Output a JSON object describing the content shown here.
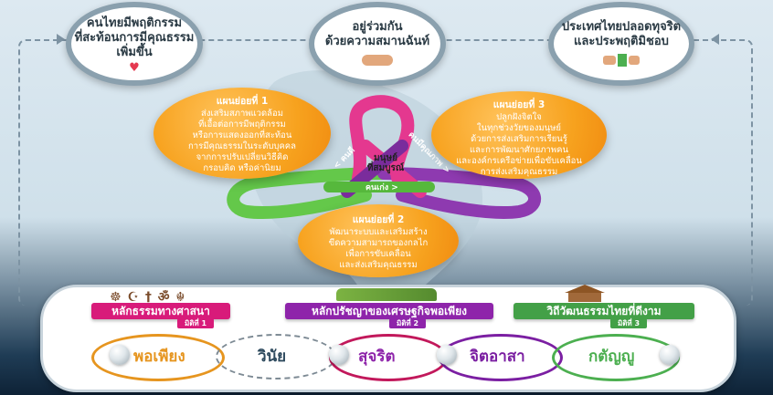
{
  "top_circles": [
    {
      "lines": [
        "คนไทยมีพฤติกรรม",
        "ที่สะท้อนการมีคุณธรรม",
        "เพิ่มขึ้น"
      ]
    },
    {
      "lines": [
        "อยู่ร่วมกัน",
        "ด้วยความสมานฉันท์"
      ]
    },
    {
      "lines": [
        "ประเทศไทยปลอดทุจริต",
        "และประพฤติมิชอบ"
      ]
    }
  ],
  "plans": [
    {
      "heading": "แผนย่อยที่ 1",
      "lines": [
        "ส่งเสริมสภาพแวดล้อม",
        "ที่เอื้อต่อการมีพฤติกรรม",
        "หรือการแสดงออกที่สะท้อน",
        "การมีคุณธรรมในระดับบุคคล",
        "จากการปรับเปลี่ยนวิธีคิด",
        "กรอบคิด หรือค่านิยม"
      ]
    },
    {
      "heading": "แผนย่อยที่ 2",
      "lines": [
        "พัฒนาระบบและเสริมสร้าง",
        "ขีดความสามารถของกลไก",
        "เพื่อการขับเคลื่อน",
        "และส่งเสริมคุณธรรม"
      ]
    },
    {
      "heading": "แผนย่อยที่ 3",
      "lines": [
        "ปลูกฝังจิตใจ",
        "ในทุกช่วงวัยของมนุษย์",
        "ด้วยการส่งเสริมการเรียนรู้",
        "และการพัฒนาศักยภาพคน",
        "และองค์กรเครือข่ายเพื่อขับเคลื่อน",
        "การส่งเสริมคุณธรรม"
      ]
    }
  ],
  "ribbon": {
    "center": [
      "มนุษย์",
      "ที่สมบูรณ์"
    ],
    "left_label": "< คนดี",
    "right_label": "คนมีคุณภาพ >",
    "bottom_label": "คนเก่ง >"
  },
  "principles": [
    {
      "title": "หลักธรรมทางศาสนา",
      "sub": "มิติที่ 1",
      "icon": "religious-symbols-icon",
      "color": "#d81b7a"
    },
    {
      "title": "หลักปรัชญาของเศรษฐกิจพอเพียง",
      "sub": "มิติที่ 2",
      "icon": "village-icon",
      "color": "#8e24aa"
    },
    {
      "title": "วิถีวัฒนธรรมไทยที่ดีงาม",
      "sub": "มิติที่ 3",
      "icon": "thai-house-icon",
      "color": "#43a047"
    }
  ],
  "religious_symbols": "☸ ☪ † ॐ ☬",
  "values": [
    {
      "word": "พอเพียง",
      "color": "#e6951f"
    },
    {
      "word": "วินัย",
      "color": "#2e4a5e"
    },
    {
      "word": "สุจริต",
      "color": "#8e24aa"
    },
    {
      "word": "จิตอาสา",
      "color": "#7b1fa2"
    },
    {
      "word": "กตัญญู",
      "color": "#4caf50"
    }
  ]
}
